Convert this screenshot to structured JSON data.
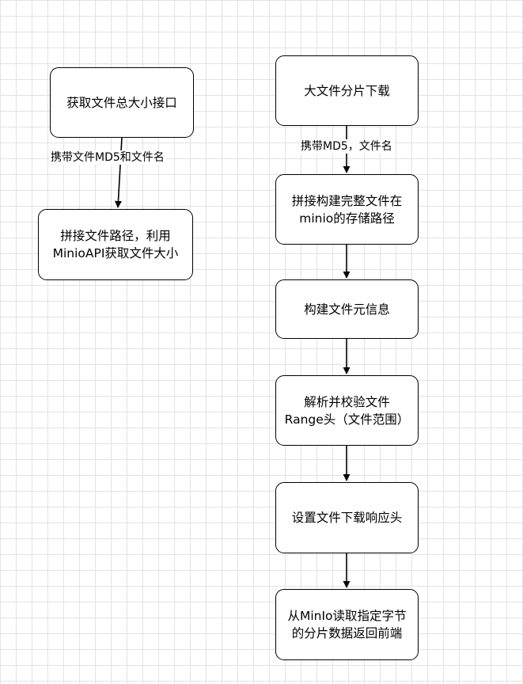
{
  "left_flow": {
    "nodes": [
      {
        "label": "获取文件总大小接口"
      },
      {
        "label": "拼接文件路径，利用\nMinioAPI获取文件大小"
      }
    ],
    "edge_label": "携带文件MD5和文件名"
  },
  "right_flow": {
    "nodes": [
      {
        "label": "大文件分片下载"
      },
      {
        "label": "拼接构建完整文件在\nminio的存储路径"
      },
      {
        "label": "构建文件元信息"
      },
      {
        "label": "解析并校验文件\nRange头（文件范围）"
      },
      {
        "label": "设置文件下载响应头"
      },
      {
        "label": "从MinIo读取指定字节\n的分片数据返回前端"
      }
    ],
    "edge_label": "携带MD5，文件名"
  },
  "colors": {
    "stroke": "#000000",
    "grid": "#e3e3e3",
    "background": "#ffffff"
  }
}
